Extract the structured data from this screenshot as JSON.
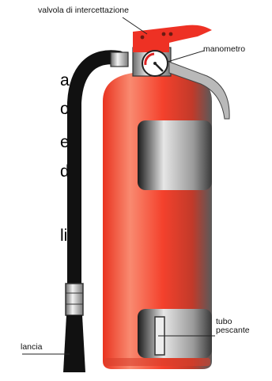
{
  "labels": {
    "valve": "valvola di intercettazione",
    "gauge": "manometro",
    "tube_line1": "tubo",
    "tube_line2": "pescante",
    "nozzle": "lancia"
  },
  "background_text_fragments": [
    "a",
    "o",
    "er",
    "d",
    "li"
  ],
  "colors": {
    "body_red": "#f4412c",
    "body_light": "#f98a70",
    "hose": "#111111",
    "label_window": "#bdbdbd",
    "valve_red": "#ee3124"
  }
}
